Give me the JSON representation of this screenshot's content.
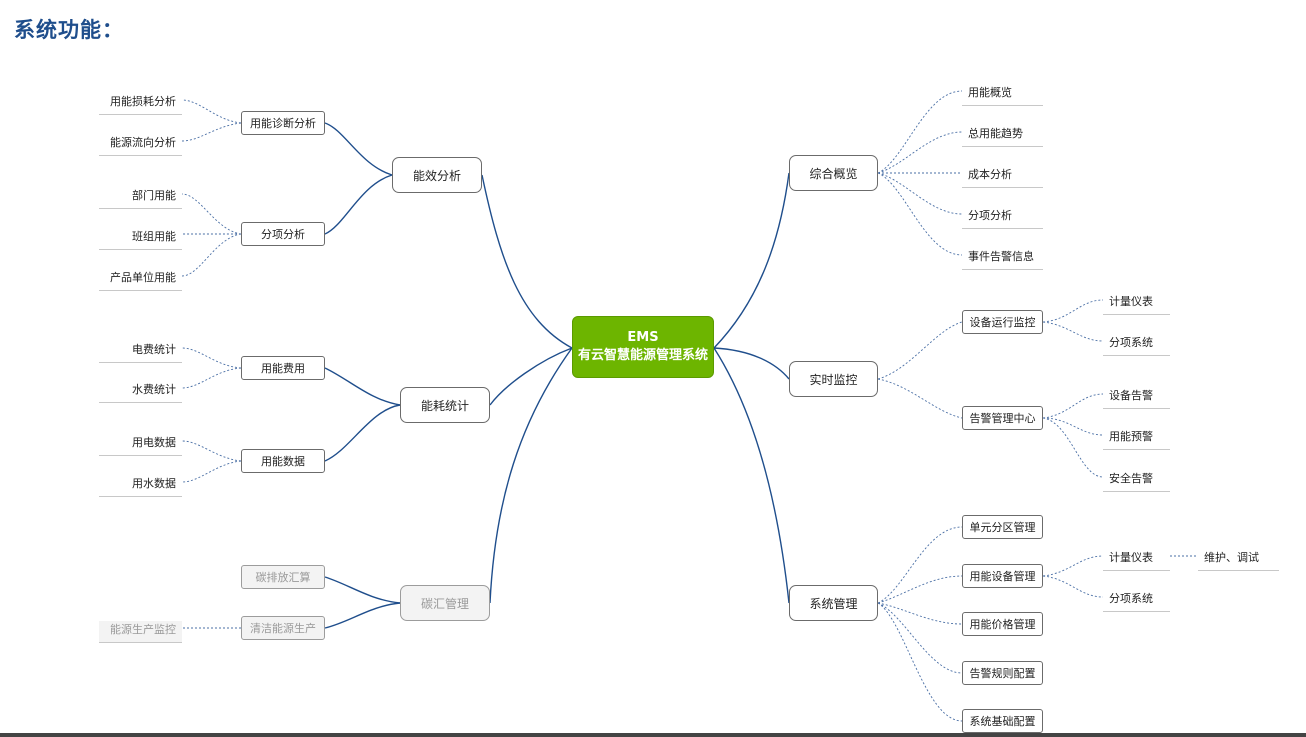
{
  "page": {
    "title": "系统功能："
  },
  "center": {
    "line1": "EMS",
    "line2": "有云智慧能源管理系统"
  },
  "left": {
    "energy_analysis": {
      "label": "能效分析",
      "diagnosis": {
        "label": "用能诊断分析",
        "items": [
          "用能损耗分析",
          "能源流向分析"
        ]
      },
      "itemized": {
        "label": "分项分析",
        "items": [
          "部门用能",
          "班组用能",
          "产品单位用能"
        ]
      }
    },
    "consumption_stats": {
      "label": "能耗统计",
      "cost": {
        "label": "用能费用",
        "items": [
          "电费统计",
          "水费统计"
        ]
      },
      "data": {
        "label": "用能数据",
        "items": [
          "用电数据",
          "用水数据"
        ]
      }
    },
    "carbon": {
      "label": "碳汇管理",
      "emission": {
        "label": "碳排放汇算"
      },
      "clean": {
        "label": "清洁能源生产",
        "items": [
          "能源生产监控"
        ]
      }
    }
  },
  "right": {
    "overview": {
      "label": "综合概览",
      "items": [
        "用能概览",
        "总用能趋势",
        "成本分析",
        "分项分析",
        "事件告警信息"
      ]
    },
    "monitor": {
      "label": "实时监控",
      "device": {
        "label": "设备运行监控",
        "items": [
          "计量仪表",
          "分项系统"
        ]
      },
      "alarm": {
        "label": "告警管理中心",
        "items": [
          "设备告警",
          "用能预警",
          "安全告警"
        ]
      }
    },
    "system": {
      "label": "系统管理",
      "unit": {
        "label": "单元分区管理"
      },
      "equipment": {
        "label": "用能设备管理",
        "meter": {
          "label": "计量仪表",
          "detail": "维护、调试"
        },
        "subsystem": {
          "label": "分项系统"
        }
      },
      "price": {
        "label": "用能价格管理"
      },
      "alarm_rule": {
        "label": "告警规则配置"
      },
      "base": {
        "label": "系统基础配置"
      }
    }
  },
  "colors": {
    "center_fill": "#6db500",
    "main_link": "#1f4e8c",
    "dotted_link": "#4a6fa5",
    "title": "#1f4e8c",
    "disabled_text": "#9a9a9a"
  }
}
